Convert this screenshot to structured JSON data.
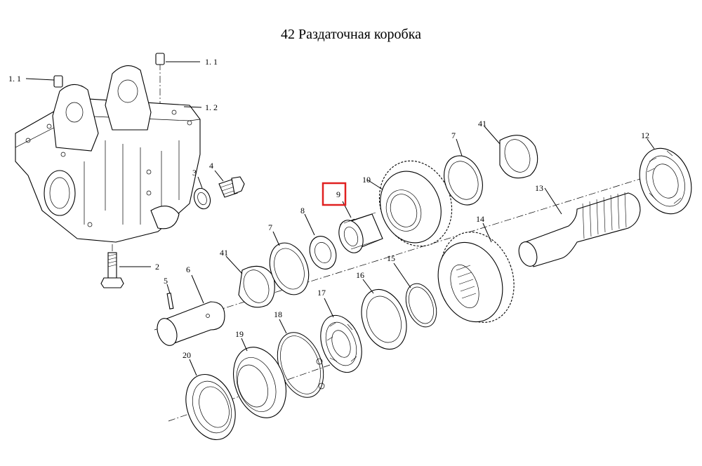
{
  "title": "42 Раздаточная коробка",
  "callouts": {
    "c1_1_right": "1. 1",
    "c1_1_left": "1. 1",
    "c1_2": "1. 2",
    "c2": "2",
    "c3": "3",
    "c4": "4",
    "c5": "5",
    "c6": "6",
    "c7_left": "7",
    "c7_right": "7",
    "c8": "8",
    "c9": "9",
    "c10": "10",
    "c12": "12",
    "c13": "13",
    "c14": "14",
    "c15": "15",
    "c16": "16",
    "c17": "17",
    "c18": "18",
    "c19": "19",
    "c20": "20",
    "c41_left": "41",
    "c41_right": "41"
  },
  "highlight": {
    "label": "9",
    "color": "#e02020"
  }
}
